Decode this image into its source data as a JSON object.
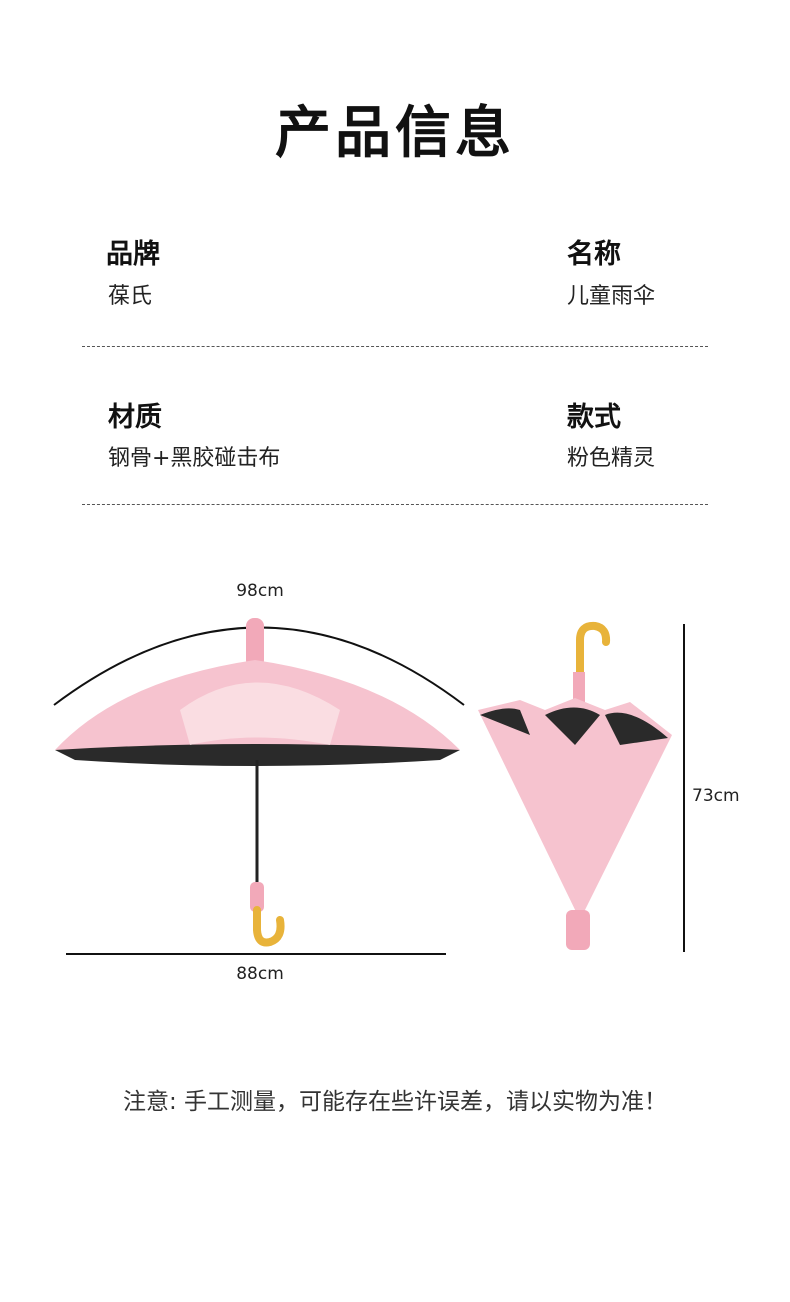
{
  "title": "产品信息",
  "specs": [
    {
      "label": "品牌",
      "value": "葆氏"
    },
    {
      "label": "名称",
      "value": "儿童雨伞"
    },
    {
      "label": "材质",
      "value": "钢骨+黑胶碰击布"
    },
    {
      "label": "款式",
      "value": "粉色精灵"
    }
  ],
  "dimensions": {
    "width_open": "98cm",
    "height_open": "88cm",
    "length_closed": "73cm"
  },
  "note": "注意: 手工测量，可能存在些许误差，请以实物为准！",
  "colors": {
    "pink": "#f4b8c6",
    "handle": "#e8b33a",
    "canopy_inner": "#2a2a2a"
  }
}
